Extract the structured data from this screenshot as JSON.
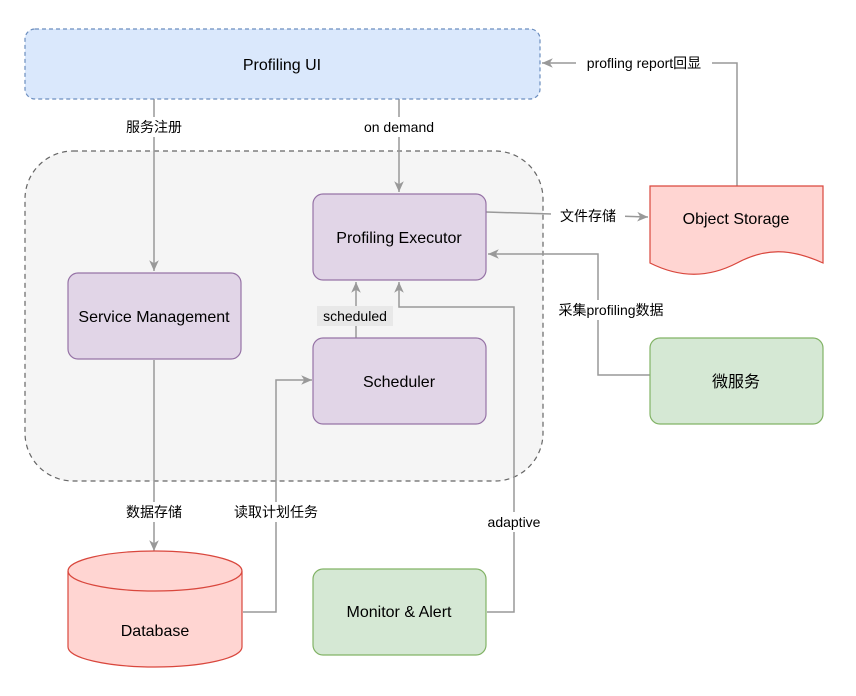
{
  "colors": {
    "ui_fill": "#dae8fc",
    "ui_stroke": "#6c8ebf",
    "purple_fill": "#e1d5e7",
    "purple_stroke": "#9673a6",
    "red_fill": "#ffd5d2",
    "red_stroke": "#d9473d",
    "green_fill": "#d5e8d4",
    "green_stroke": "#82b366",
    "group_fill": "#f5f5f5",
    "group_stroke": "#666666",
    "edge": "#999999"
  },
  "nodes": {
    "profiling_ui": "Profiling UI",
    "profiling_executor": "Profiling Executor",
    "service_management": "Service Management",
    "scheduler": "Scheduler",
    "object_storage": "Object Storage",
    "microservice": "微服务",
    "database": "Database",
    "monitor_alert": "Monitor & Alert"
  },
  "edges": {
    "report": "profling report回显",
    "register": "服务注册",
    "on_demand": "on demand",
    "file_storage": "文件存储",
    "collect": "采集profiling数据",
    "scheduled": "scheduled",
    "data_storage": "数据存储",
    "read_tasks": "读取计划任务",
    "adaptive": "adaptive"
  }
}
